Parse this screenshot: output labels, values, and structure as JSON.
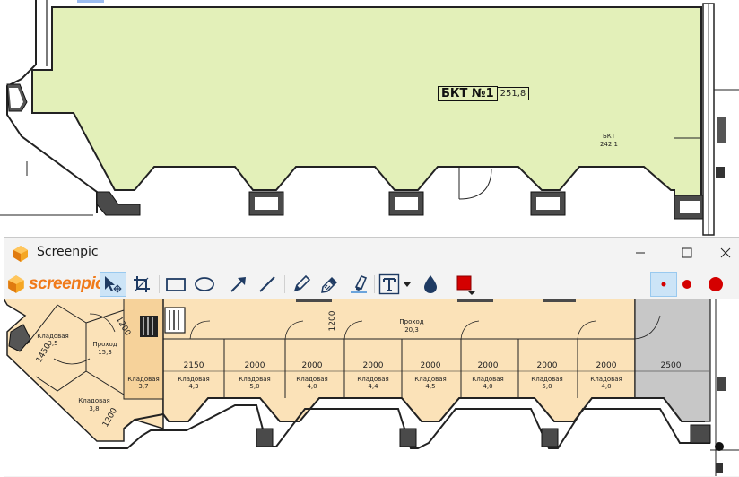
{
  "window": {
    "title": "Screenpic",
    "logo_text": "screenpic"
  },
  "plan_top": {
    "room_name_box": "БКТ №1",
    "room_area_box": "251,8",
    "room_label": "БКТ",
    "room_label_area": "242,1"
  },
  "plan_bottom": {
    "storage_tl_name": "Кладовая",
    "storage_tl_area": "3,5",
    "passage_left_name": "Проход",
    "passage_left_area": "15,3",
    "storage_bl_name": "Кладовая",
    "storage_bl_area": "3,8",
    "dim_1200_a": "1200",
    "dim_1450": "1450",
    "dim_1200_b": "1200",
    "dim_1200_c": "1200",
    "passage_main_name": "Проход",
    "passage_main_area": "20,3",
    "cells": [
      {
        "dim": "",
        "name": "Кладовая",
        "area": "3,7"
      },
      {
        "dim": "2150",
        "name": "Кладовая",
        "area": "4,3"
      },
      {
        "dim": "2000",
        "name": "Кладовая",
        "area": "5,0"
      },
      {
        "dim": "2000",
        "name": "Кладовая",
        "area": "4,0"
      },
      {
        "dim": "2000",
        "name": "Кладовая",
        "area": "4,4"
      },
      {
        "dim": "2000",
        "name": "Кладовая",
        "area": "4,5"
      },
      {
        "dim": "2000",
        "name": "Кладовая",
        "area": "4,0"
      },
      {
        "dim": "2000",
        "name": "Кладовая",
        "area": "5,0"
      },
      {
        "dim": "2000",
        "name": "Кладовая",
        "area": "4,0"
      }
    ],
    "dim_right": "2500"
  },
  "colors": {
    "green_fill": "#e3f0b9",
    "beige_fill": "#fbe2b8",
    "beige_dark": "#f6d29a",
    "gray_fill": "#c7c7c7",
    "accent_red": "#d40000",
    "logo_orange": "#f07a1a"
  },
  "icons": {
    "select": "cursor-move-icon",
    "crop": "crop-icon",
    "rect": "rectangle-icon",
    "ellipse": "ellipse-icon",
    "arrow": "arrow-icon",
    "line": "line-icon",
    "pencil": "pencil-icon",
    "brush": "brush-icon",
    "marker": "marker-icon",
    "text": "text-icon",
    "blur": "drop-icon",
    "color": "color-swatch-icon"
  }
}
